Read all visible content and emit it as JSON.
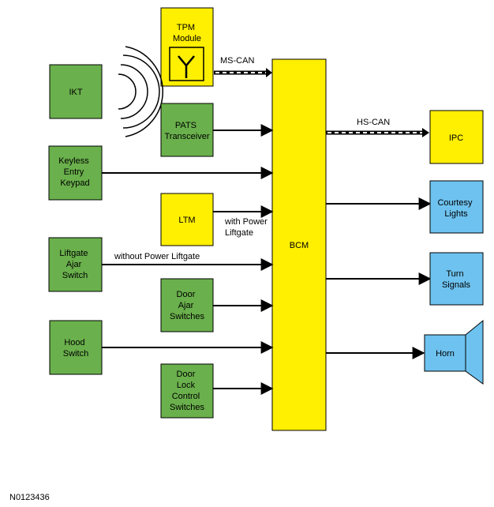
{
  "blocks": {
    "tpm": [
      "TPM",
      "Module"
    ],
    "ikt": [
      "IKT"
    ],
    "pats": [
      "PATS",
      "Transceiver"
    ],
    "keypad": [
      "Keyless",
      "Entry",
      "Keypad"
    ],
    "ltm": [
      "LTM"
    ],
    "liftgate": [
      "Liftgate",
      "Ajar",
      "Switch"
    ],
    "door_ajar": [
      "Door",
      "Ajar",
      "Switches"
    ],
    "hood": [
      "Hood",
      "Switch"
    ],
    "door_lock": [
      "Door",
      "Lock",
      "Control",
      "Switches"
    ],
    "bcm": [
      "BCM"
    ],
    "ipc": [
      "IPC"
    ],
    "courtesy": [
      "Courtesy",
      "Lights"
    ],
    "turn": [
      "Turn",
      "Signals"
    ],
    "horn": [
      "Horn"
    ]
  },
  "connections": {
    "ms_can": "MS-CAN",
    "hs_can": "HS-CAN",
    "with_power_liftgate": [
      "with Power",
      "Liftgate"
    ],
    "without_power_liftgate": "without Power Liftgate"
  },
  "figure_id": "N0123436",
  "colors": {
    "green": "#6ab04c",
    "yellow": "#ffef00",
    "blue": "#6ec2ef"
  }
}
